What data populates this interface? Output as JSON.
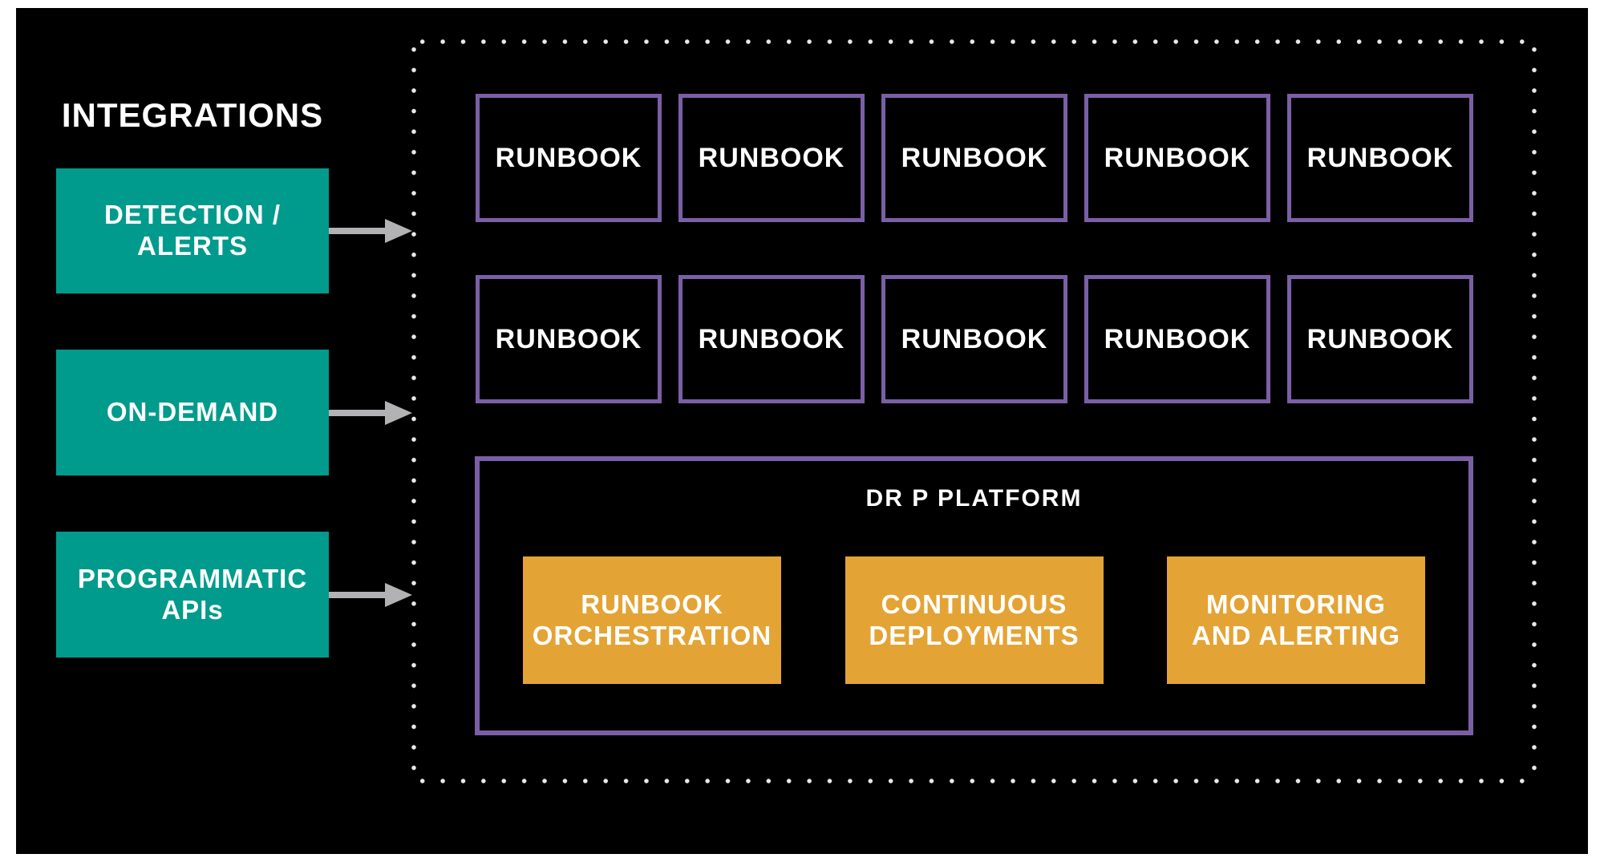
{
  "colors": {
    "canvas_background": "#000000",
    "page_margin": "#ffffff",
    "integration_teal": "#009b8c",
    "runbook_border_purple": "#7b5fa6",
    "platform_component_orange": "#e3a435",
    "arrow_gray": "#b2b2b4",
    "dotted_boundary": "#e9e9e9",
    "text": "#ffffff"
  },
  "integrations": {
    "title": "INTEGRATIONS",
    "sources": [
      {
        "id": "detection-alerts",
        "lines": [
          "DETECTION /",
          "ALERTS"
        ]
      },
      {
        "id": "on-demand",
        "lines": [
          "ON-DEMAND"
        ]
      },
      {
        "id": "programmatic-apis",
        "lines": [
          "PROGRAMMATIC",
          "APIs"
        ]
      }
    ]
  },
  "runbooks": {
    "rows": [
      [
        "RUNBOOK",
        "RUNBOOK",
        "RUNBOOK",
        "RUNBOOK",
        "RUNBOOK"
      ],
      [
        "RUNBOOK",
        "RUNBOOK",
        "RUNBOOK",
        "RUNBOOK",
        "RUNBOOK"
      ]
    ]
  },
  "platform": {
    "title": "DR P PLATFORM",
    "components": [
      {
        "id": "runbook-orchestration",
        "lines": [
          "RUNBOOK",
          "ORCHESTRATION"
        ]
      },
      {
        "id": "continuous-deployments",
        "lines": [
          "CONTINUOUS",
          "DEPLOYMENTS"
        ]
      },
      {
        "id": "monitoring-and-alerting",
        "lines": [
          "MONITORING",
          "AND ALERTING"
        ]
      }
    ]
  }
}
